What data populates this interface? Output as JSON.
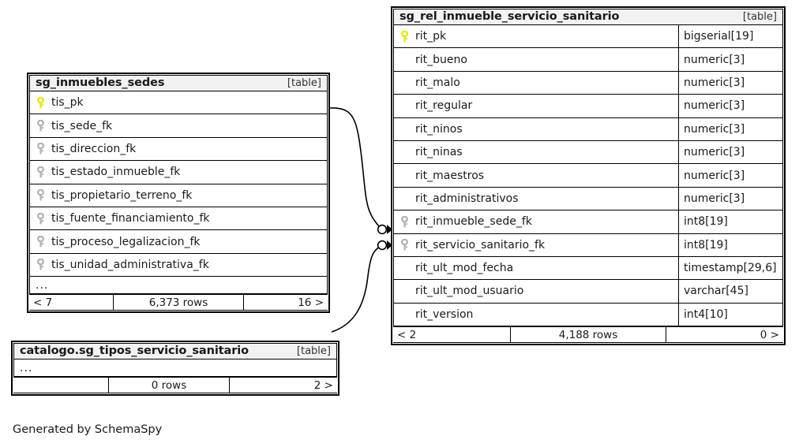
{
  "diagram": {
    "caption": "Generated by SchemaSpy",
    "table_tag": "[table]",
    "ellipsis": "...",
    "colors": {
      "primary_key": "#e8e800",
      "foreign_key": "#b3b3b3",
      "header_background": "#f2f2f2",
      "border": "#000000",
      "background": "#ffffff"
    }
  },
  "tables": {
    "rel_inmueble_servicio_sanitario": {
      "name": "sg_rel_inmueble_servicio_sanitario",
      "tag": "[table]",
      "columns": [
        {
          "name": "rit_pk",
          "type": "bigserial[19]",
          "key": "primary"
        },
        {
          "name": "rit_bueno",
          "type": "numeric[3]",
          "key": "none"
        },
        {
          "name": "rit_malo",
          "type": "numeric[3]",
          "key": "none"
        },
        {
          "name": "rit_regular",
          "type": "numeric[3]",
          "key": "none"
        },
        {
          "name": "rit_ninos",
          "type": "numeric[3]",
          "key": "none"
        },
        {
          "name": "rit_ninas",
          "type": "numeric[3]",
          "key": "none"
        },
        {
          "name": "rit_maestros",
          "type": "numeric[3]",
          "key": "none"
        },
        {
          "name": "rit_administrativos",
          "type": "numeric[3]",
          "key": "none"
        },
        {
          "name": "rit_inmueble_sede_fk",
          "type": "int8[19]",
          "key": "foreign"
        },
        {
          "name": "rit_servicio_sanitario_fk",
          "type": "int8[19]",
          "key": "foreign"
        },
        {
          "name": "rit_ult_mod_fecha",
          "type": "timestamp[29,6]",
          "key": "none"
        },
        {
          "name": "rit_ult_mod_usuario",
          "type": "varchar[45]",
          "key": "none"
        },
        {
          "name": "rit_version",
          "type": "int4[10]",
          "key": "none"
        }
      ],
      "footer": {
        "parents": "< 2",
        "rows": "4,188 rows",
        "children": "0 >"
      }
    },
    "inmuebles_sedes": {
      "name": "sg_inmuebles_sedes",
      "tag": "[table]",
      "columns": [
        {
          "name": "tis_pk",
          "key": "primary"
        },
        {
          "name": "tis_sede_fk",
          "key": "foreign"
        },
        {
          "name": "tis_direccion_fk",
          "key": "foreign"
        },
        {
          "name": "tis_estado_inmueble_fk",
          "key": "foreign"
        },
        {
          "name": "tis_propietario_terreno_fk",
          "key": "foreign"
        },
        {
          "name": "tis_fuente_financiamiento_fk",
          "key": "foreign"
        },
        {
          "name": "tis_proceso_legalizacion_fk",
          "key": "foreign"
        },
        {
          "name": "tis_unidad_administrativa_fk",
          "key": "foreign"
        }
      ],
      "truncated": "...",
      "footer": {
        "parents": "< 7",
        "rows": "6,373 rows",
        "children": "16 >"
      }
    },
    "tipos_servicio_sanitario": {
      "name": "catalogo.sg_tipos_servicio_sanitario",
      "tag": "[table]",
      "columns": [],
      "truncated": "...",
      "footer": {
        "parents": "",
        "rows": "0 rows",
        "children": "2 >"
      }
    }
  },
  "relationships": [
    {
      "from_table": "sg_inmuebles_sedes",
      "from_column": "tis_pk",
      "to_table": "sg_rel_inmueble_servicio_sanitario",
      "to_column": "rit_inmueble_sede_fk",
      "cardinality": "zero-or-many"
    },
    {
      "from_table": "catalogo.sg_tipos_servicio_sanitario",
      "to_table": "sg_rel_inmueble_servicio_sanitario",
      "to_column": "rit_servicio_sanitario_fk",
      "cardinality": "zero-or-many"
    }
  ]
}
